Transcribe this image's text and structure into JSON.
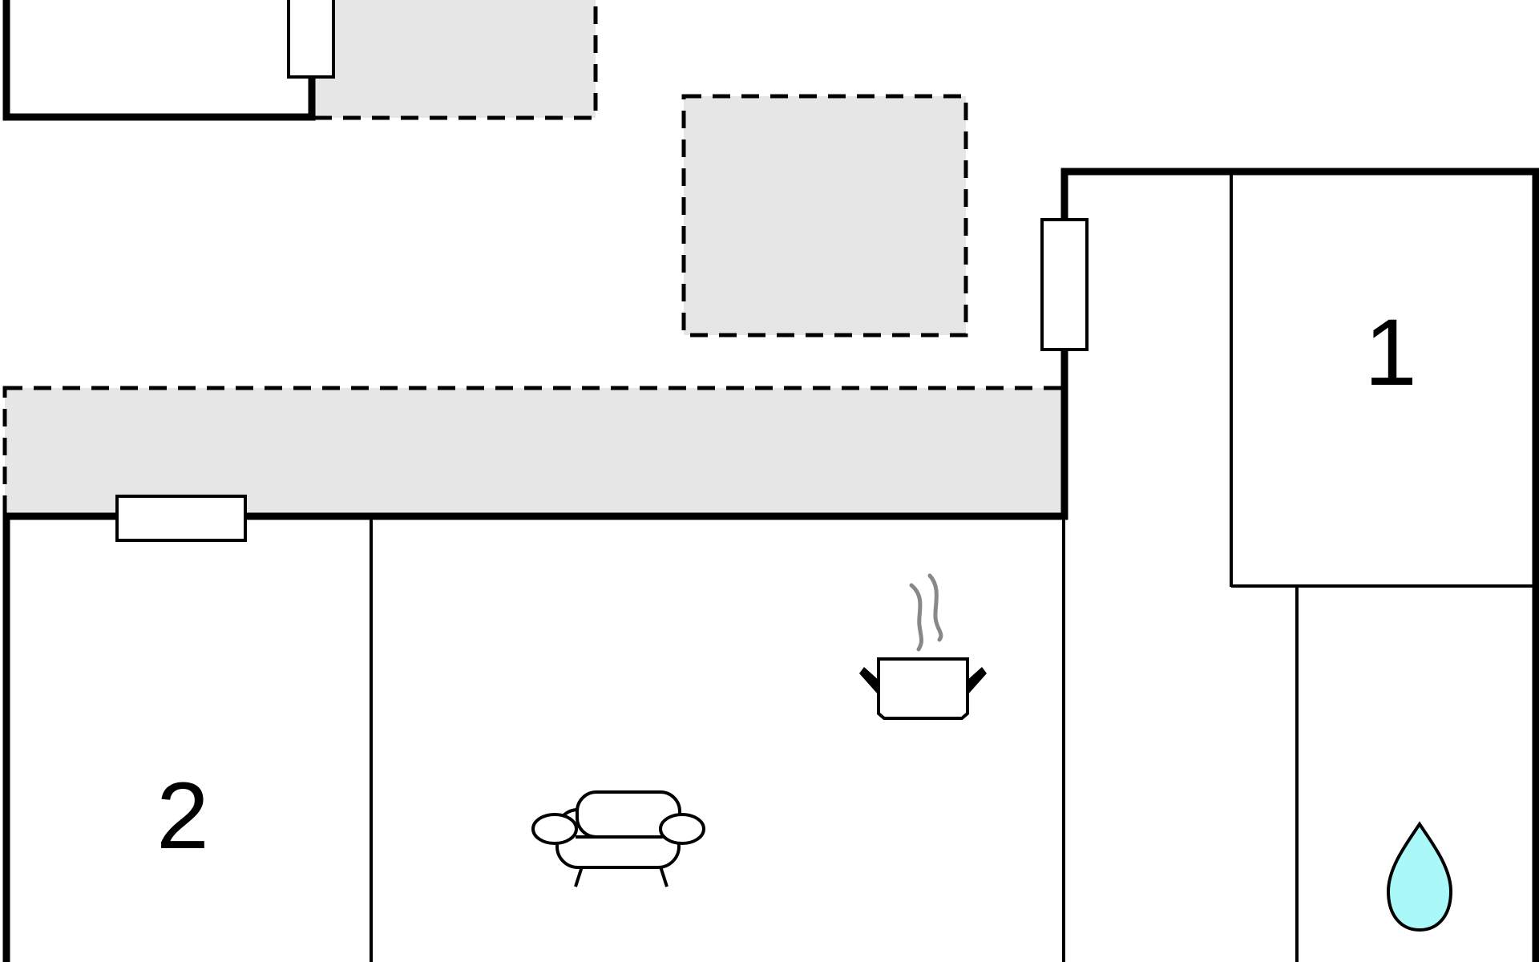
{
  "floorplan": {
    "rooms": [
      {
        "id": "bedroom-1",
        "label": "1"
      },
      {
        "id": "bedroom-2",
        "label": "2"
      }
    ],
    "icons": {
      "living": "sofa-icon",
      "kitchen": "cooking-pot-icon",
      "bathroom": "water-drop-icon"
    },
    "colors": {
      "wall": "#000000",
      "terrace_fill": "#e6e6e6",
      "water_drop": "#aaf8f8",
      "steam": "#888888",
      "background": "#ffffff"
    }
  }
}
